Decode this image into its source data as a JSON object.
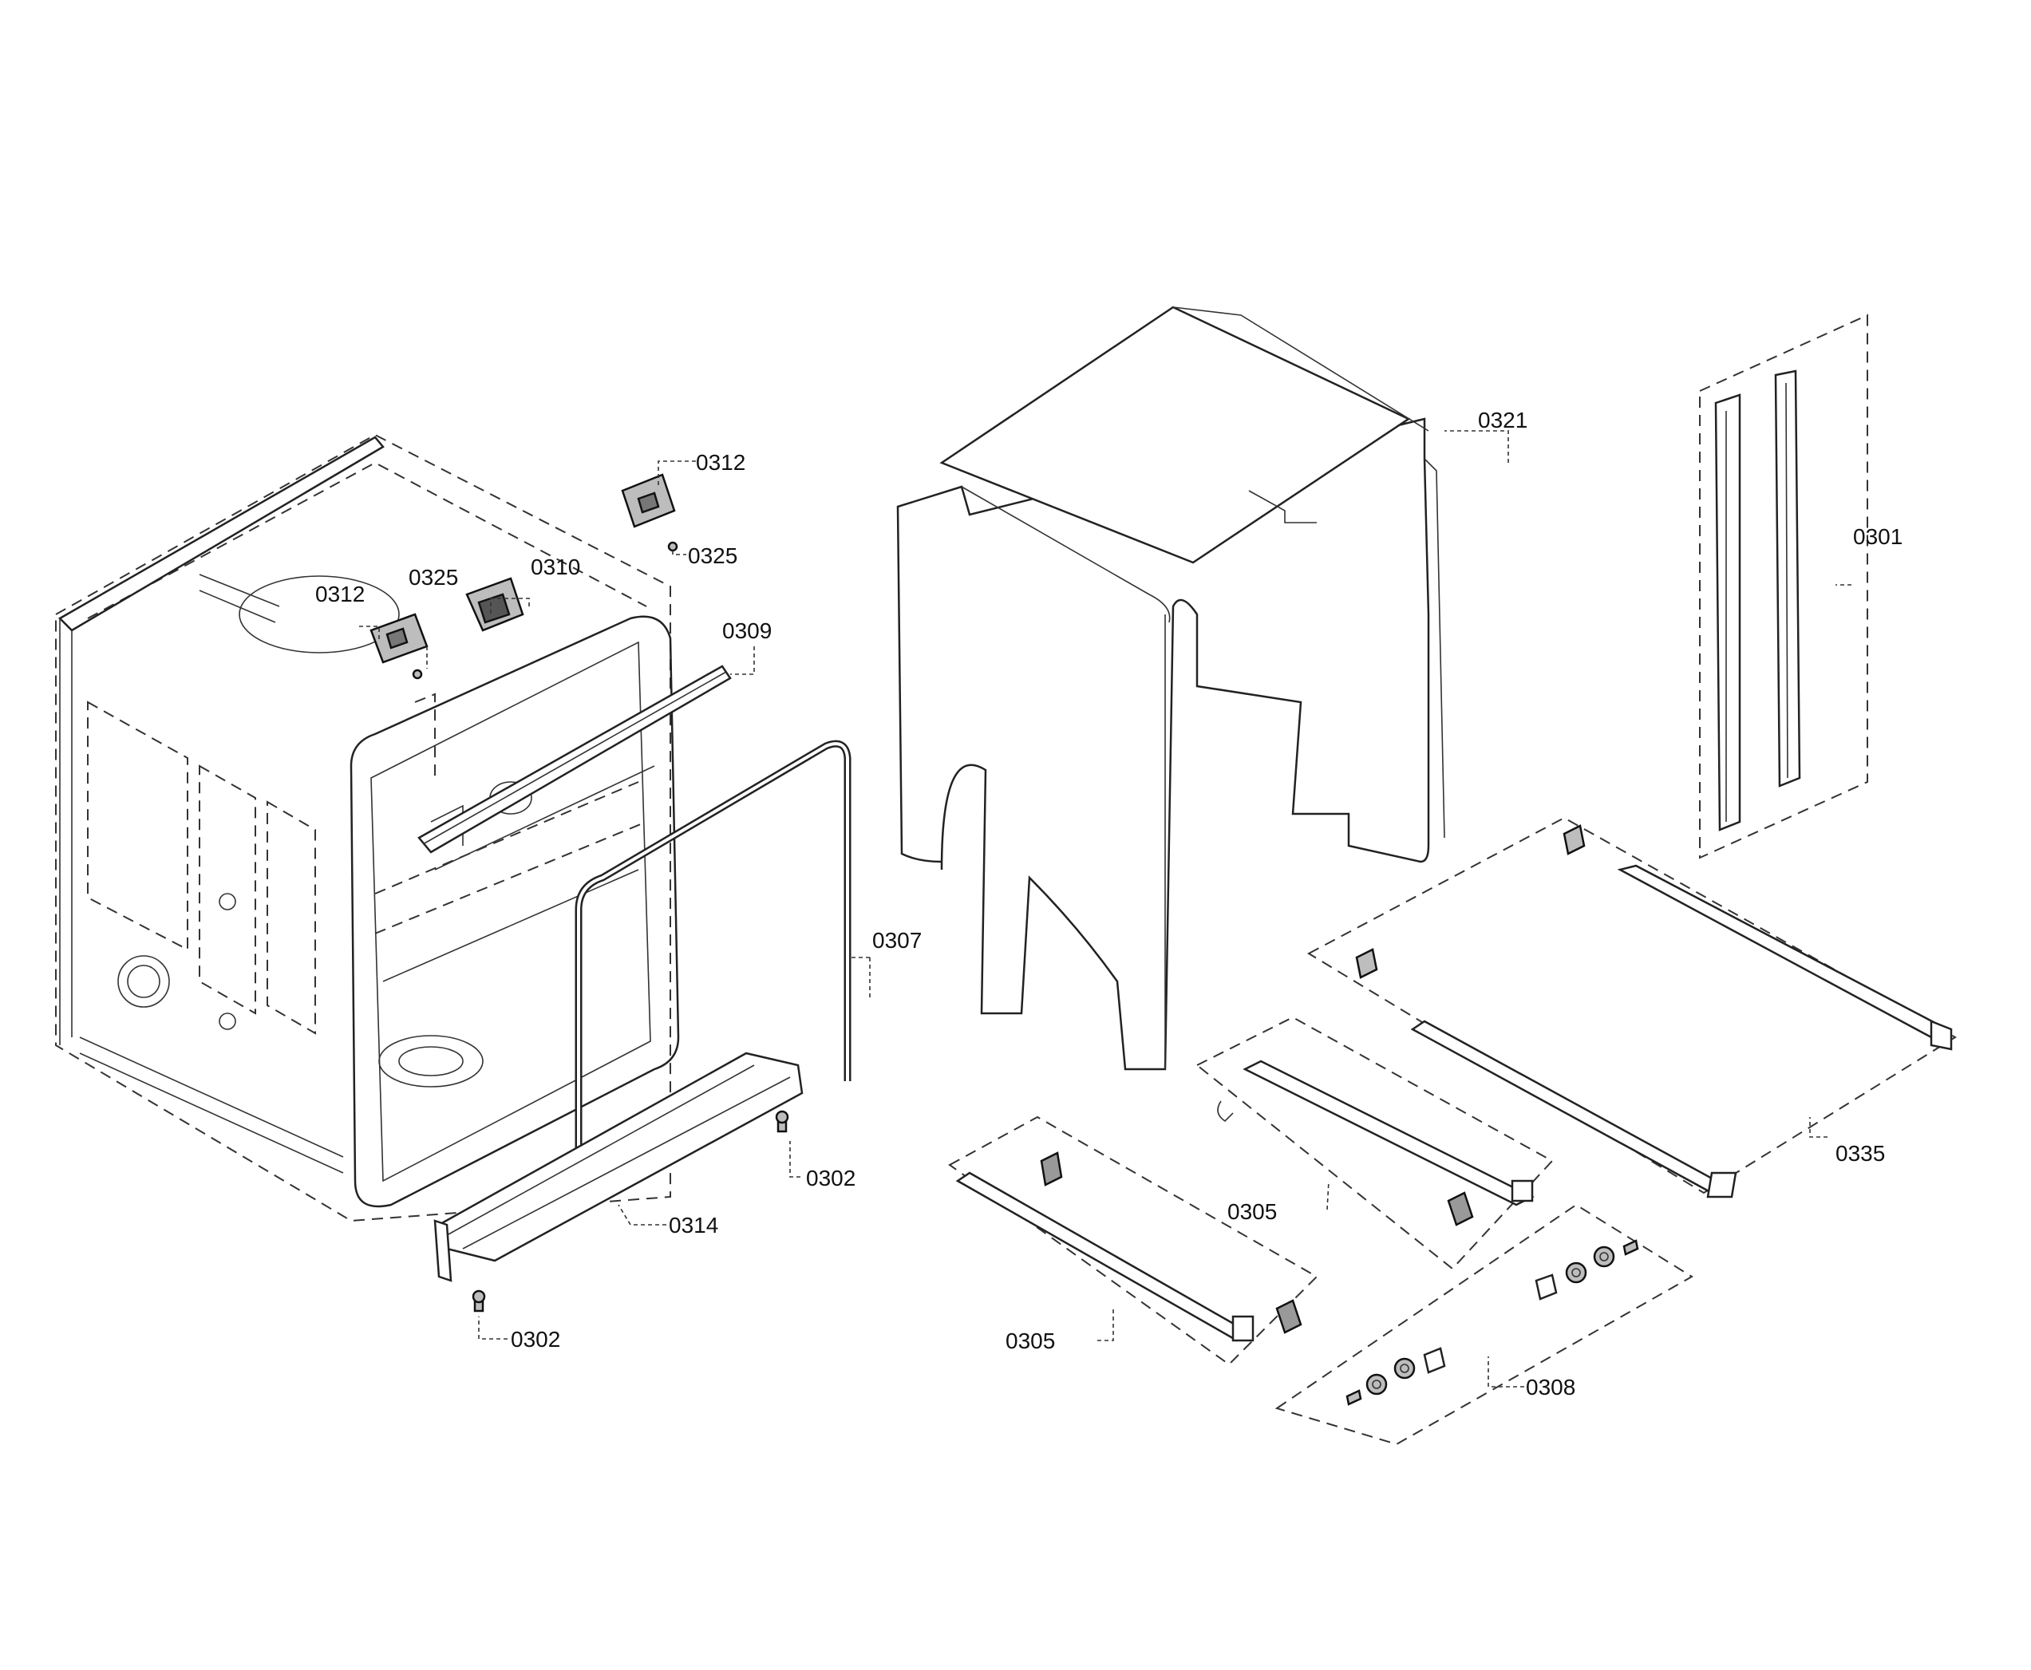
{
  "callouts": [
    {
      "id": "c-0301",
      "label": "0301"
    },
    {
      "id": "c-0302a",
      "label": "0302"
    },
    {
      "id": "c-0302b",
      "label": "0302"
    },
    {
      "id": "c-0305a",
      "label": "0305"
    },
    {
      "id": "c-0305b",
      "label": "0305"
    },
    {
      "id": "c-0307",
      "label": "0307"
    },
    {
      "id": "c-0308",
      "label": "0308"
    },
    {
      "id": "c-0309",
      "label": "0309"
    },
    {
      "id": "c-0310",
      "label": "0310"
    },
    {
      "id": "c-0312a",
      "label": "0312"
    },
    {
      "id": "c-0312b",
      "label": "0312"
    },
    {
      "id": "c-0314",
      "label": "0314"
    },
    {
      "id": "c-0321",
      "label": "0321"
    },
    {
      "id": "c-0325a",
      "label": "0325"
    },
    {
      "id": "c-0325b",
      "label": "0325"
    },
    {
      "id": "c-0335",
      "label": "0335"
    }
  ]
}
